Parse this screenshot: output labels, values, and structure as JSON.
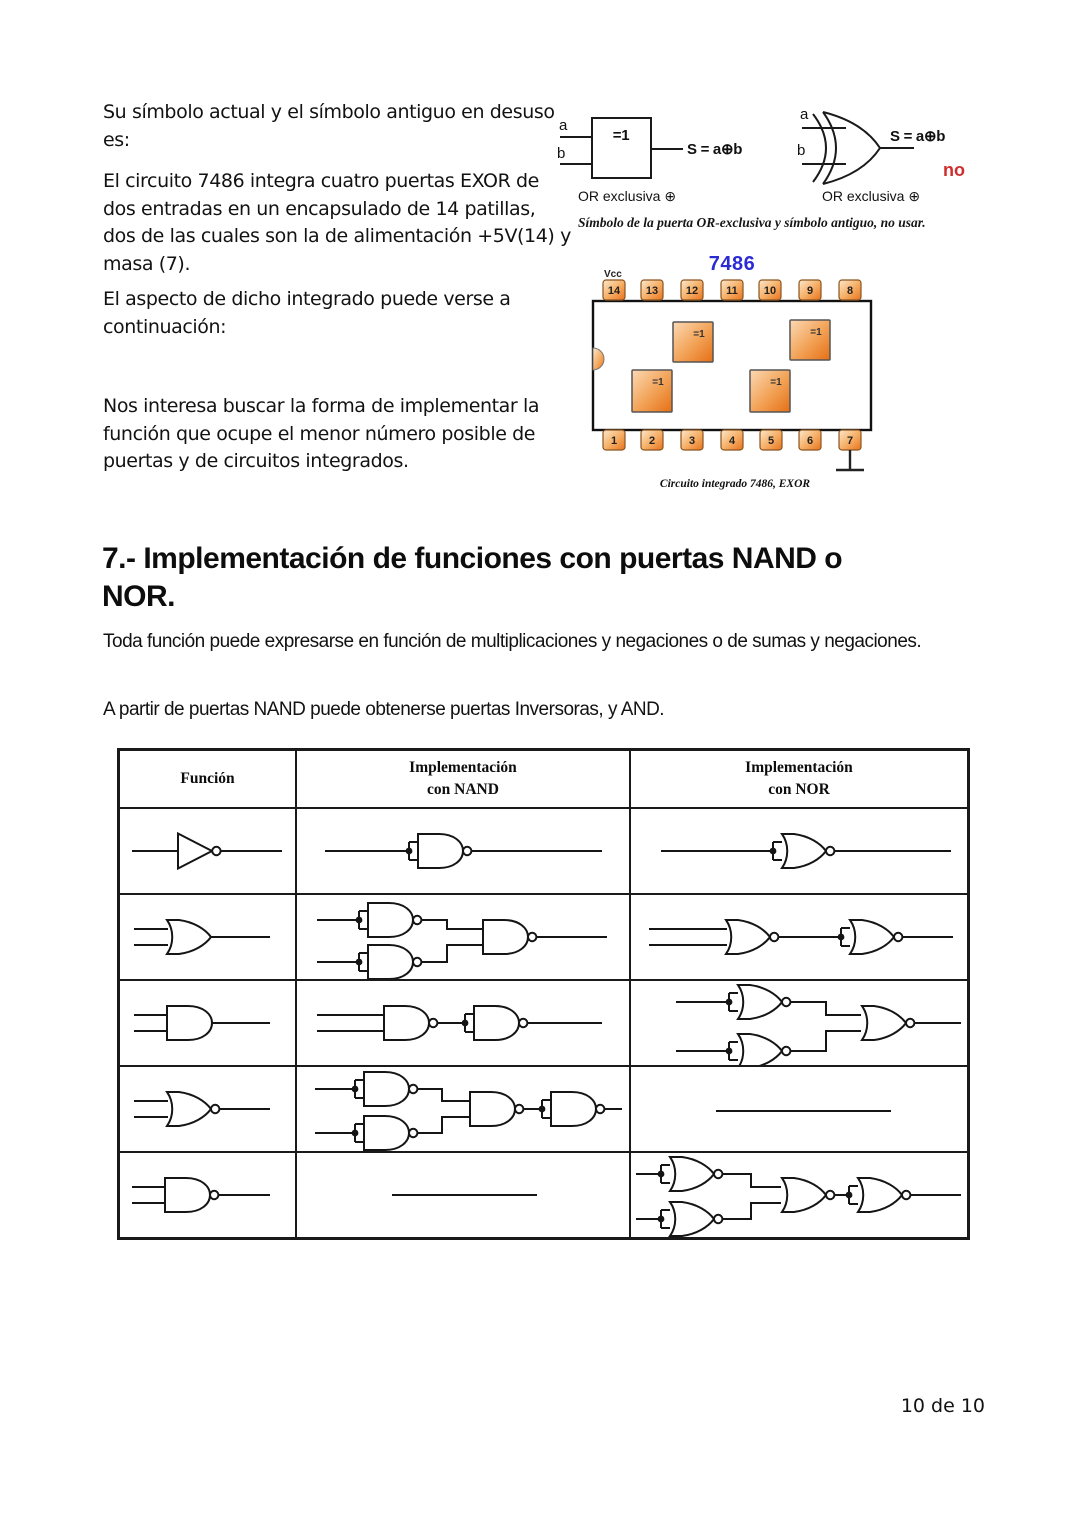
{
  "intro": {
    "p1": "Su símbolo actual y el símbolo antiguo en desuso es:",
    "p2": "El circuito 7486 integra cuatro puertas EXOR de dos entradas en un encapsulado de 14 patillas, dos de las cuales son la de alimentación +5V(14) y masa (7).",
    "p3": "El aspecto de dicho integrado puede verse a continuación:",
    "p4": "Nos interesa buscar la forma de implementar la función que ocupe el menor número posible de puertas y de circuitos integrados."
  },
  "xor": {
    "a": "a",
    "b": "b",
    "iec_label": "=1",
    "s_eq": "S = a⊕b",
    "or_label": "OR exclusiva ⊕",
    "no": "no",
    "caption": "Símbolo de la puerta OR-exclusiva y símbolo antiguo, no usar."
  },
  "ic7486": {
    "title": "7486",
    "vcc": "Vcc",
    "gate_label": "=1",
    "top_pins": [
      "14",
      "13",
      "12",
      "11",
      "10",
      "9",
      "8"
    ],
    "bottom_pins": [
      "1",
      "2",
      "3",
      "4",
      "5",
      "6",
      "7"
    ],
    "caption": "Circuito integrado 7486, EXOR"
  },
  "section": {
    "heading": "7.- Implementación de funciones con puertas NAND o NOR.",
    "p1": "Toda función puede expresarse en función de multiplicaciones y negaciones o de sumas y negaciones.",
    "p2": "A partir de puertas NAND puede obtenerse puertas Inversoras, y AND."
  },
  "table": {
    "col1": "Función",
    "col2": "Implementación\ncon NAND",
    "col3": "Implementación\ncon NOR",
    "rows": [
      {
        "funcion": "NOT inverter",
        "nand_impl": "tied-input NAND",
        "nor_impl": "tied-input NOR"
      },
      {
        "funcion": "OR",
        "nand_impl": "two tied-input NANDs into NAND",
        "nor_impl": "NOR then tied-input NOR"
      },
      {
        "funcion": "AND",
        "nand_impl": "NAND then tied-input NAND",
        "nor_impl": "two tied-input NORs into NOR"
      },
      {
        "funcion": "NOR",
        "nand_impl": "two tied-input NANDs into NAND then tied-input NAND",
        "nor_impl": "plain wire"
      },
      {
        "funcion": "NAND",
        "nand_impl": "plain wire",
        "nor_impl": "two tied-input NORs into NOR then tied-input NOR"
      }
    ]
  },
  "footer": {
    "text": "10 de 10"
  },
  "colors": {
    "title_blue": "#2b2bd4",
    "no_red": "#d02d2d",
    "pin_orange": "#e9731c"
  }
}
